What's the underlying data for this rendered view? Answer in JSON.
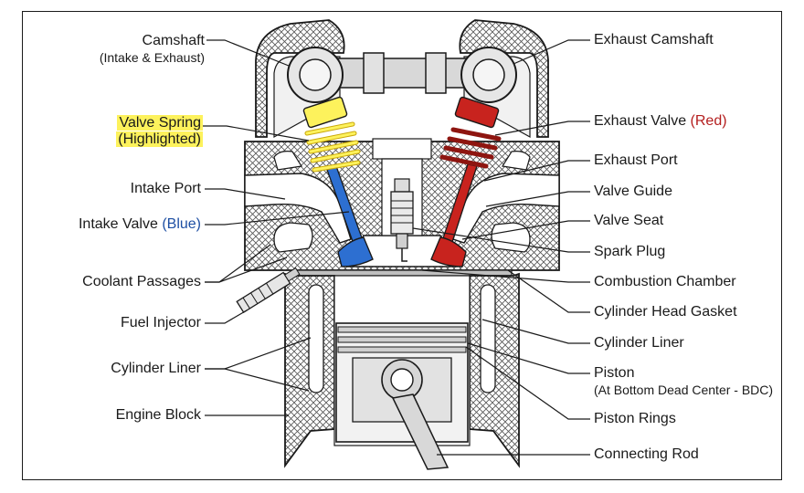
{
  "labels": {
    "camshaft": "Camshaft",
    "camshaft_sub": "(Intake & Exhaust)",
    "valve_spring_1": "Valve Spring",
    "valve_spring_2": "(Highlighted)",
    "intake_port": "Intake Port",
    "intake_valve": "Intake Valve",
    "intake_valve_color": "(Blue)",
    "coolant_passages": "Coolant Passages",
    "fuel_injector": "Fuel Injector",
    "cylinder_liner_left": "Cylinder Liner",
    "engine_block": "Engine Block",
    "exhaust_camshaft": "Exhaust Camshaft",
    "exhaust_valve": "Exhaust Valve",
    "exhaust_valve_color": "(Red)",
    "exhaust_port": "Exhaust Port",
    "valve_guide": "Valve Guide",
    "valve_seat": "Valve Seat",
    "spark_plug": "Spark Plug",
    "combustion_chamber": "Combustion Chamber",
    "cylinder_head_gasket": "Cylinder Head Gasket",
    "cylinder_liner_right": "Cylinder Liner",
    "piston": "Piston",
    "piston_sub": "(At Bottom Dead Center - BDC)",
    "piston_rings": "Piston Rings",
    "connecting_rod": "Connecting Rod"
  },
  "colors": {
    "intake_valve": "#2d6fd1",
    "exhaust_valve": "#c8231e",
    "spring_highlight": "#fdf25c"
  }
}
